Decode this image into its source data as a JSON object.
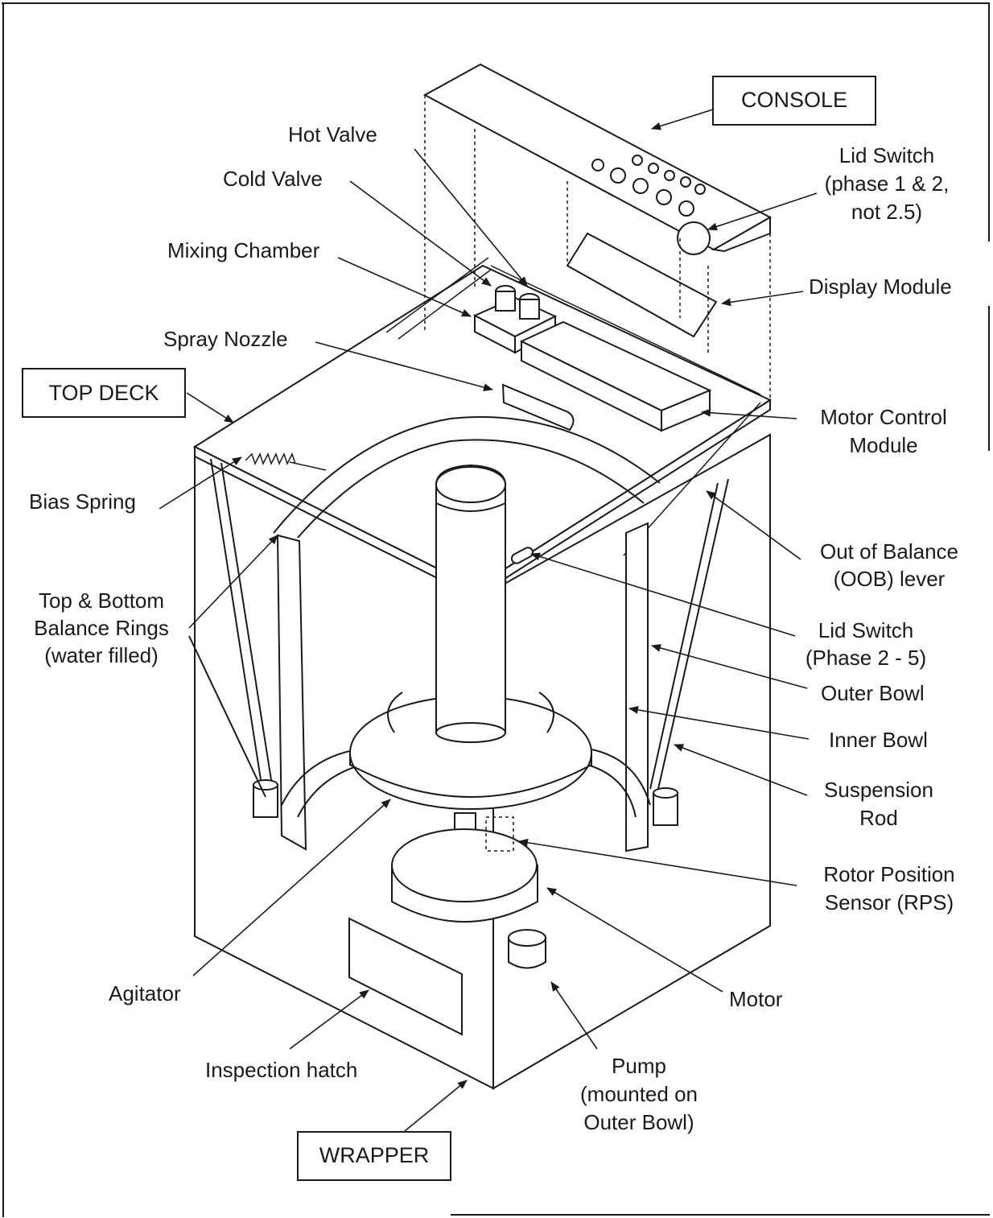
{
  "boxes": {
    "console": "CONSOLE",
    "top_deck": "TOP DECK",
    "wrapper": "WRAPPER"
  },
  "labels": {
    "hot_valve": "Hot Valve",
    "cold_valve": "Cold Valve",
    "mixing_chamber": "Mixing Chamber",
    "spray_nozzle": "Spray Nozzle",
    "bias_spring": "Bias Spring",
    "balance_rings": [
      "Top & Bottom",
      "Balance Rings",
      "(water filled)"
    ],
    "lid_switch_1": [
      "Lid Switch",
      "(phase 1 & 2,",
      "not 2.5)"
    ],
    "display_module": "Display Module",
    "motor_control_module": [
      "Motor Control",
      "Module"
    ],
    "oob_lever": [
      "Out of Balance",
      "(OOB) lever"
    ],
    "lid_switch_2": [
      "Lid Switch",
      "(Phase 2 - 5)"
    ],
    "outer_bowl": "Outer Bowl",
    "inner_bowl": "Inner Bowl",
    "suspension_rod": [
      "Suspension",
      "Rod"
    ],
    "rps": [
      "Rotor Position",
      "Sensor (RPS)"
    ],
    "motor": "Motor",
    "agitator": "Agitator",
    "inspection_hatch": "Inspection hatch",
    "pump": [
      "Pump",
      "(mounted on",
      "Outer Bowl)"
    ]
  }
}
